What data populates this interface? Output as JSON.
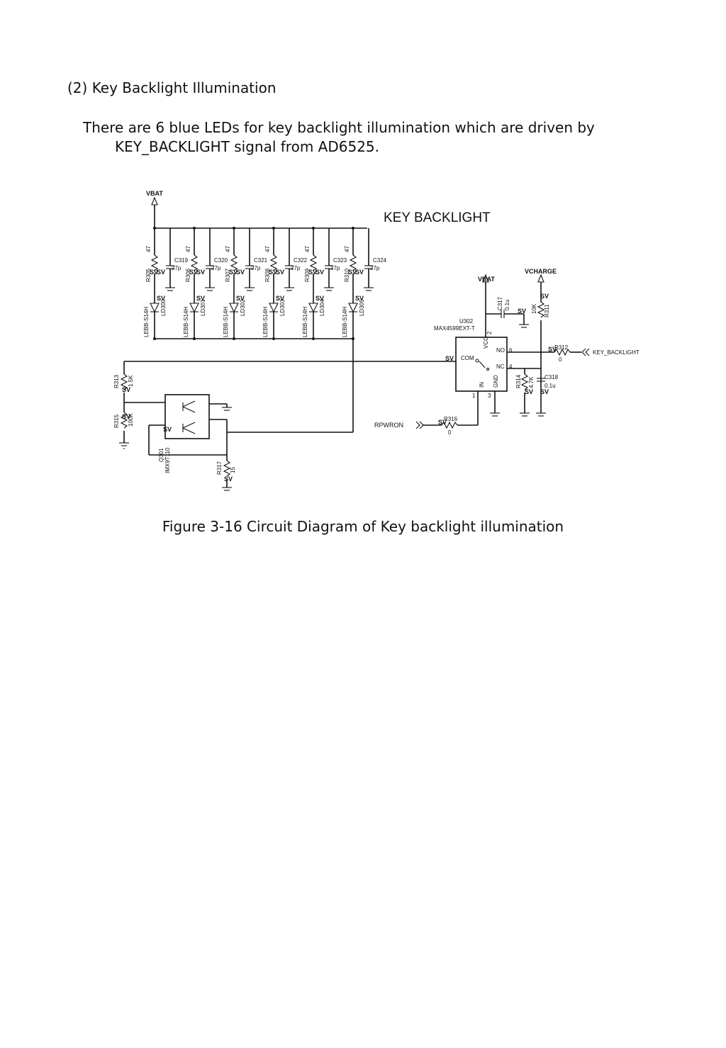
{
  "section_heading": "(2) Key Backlight Illumination",
  "paragraph": {
    "line1": "There are 6 blue LEDs for key backlight illumination which are driven by",
    "line2": "KEY_BACKLIGHT signal from AD6525."
  },
  "schematic": {
    "title": "KEY BACKLIGHT",
    "rail_vbat": "VBAT",
    "rail_vcharge": "VCHARGE",
    "sv": "SV",
    "led_part": "LEBB-S14H",
    "branches": [
      {
        "res": "R305",
        "res_val": "47",
        "cap": "C319",
        "cap_val": "27p",
        "led": "LD300"
      },
      {
        "res": "R306",
        "res_val": "47",
        "cap": "C320",
        "cap_val": "27p",
        "led": "LD301"
      },
      {
        "res": "R307",
        "res_val": "47",
        "cap": "C321",
        "cap_val": "27p",
        "led": "LD302"
      },
      {
        "res": "R308",
        "res_val": "47",
        "cap": "C322",
        "cap_val": "27p",
        "led": "LD303"
      },
      {
        "res": "R309",
        "res_val": "47",
        "cap": "C323",
        "cap_val": "27p",
        "led": "LD304"
      },
      {
        "res": "R310",
        "res_val": "47",
        "cap": "C324",
        "cap_val": "27p",
        "led": "LD305"
      }
    ],
    "ic": {
      "ref": "U302",
      "part": "MAX4599EXT-T",
      "pins": {
        "vcc": "VCC",
        "no": "NO",
        "nc": "NC",
        "com": "COM",
        "in": "IN",
        "gnd": "GND"
      },
      "pin_numbers": {
        "vcc": "2",
        "no": "6",
        "nc": "4",
        "in": "1",
        "gnd": "3"
      }
    },
    "c317": {
      "ref": "C317",
      "val": "0.1u"
    },
    "c318": {
      "ref": "C318",
      "val": "0.1u"
    },
    "r311": {
      "ref": "R311",
      "val": "10K"
    },
    "r312": {
      "ref": "R312",
      "val": "0"
    },
    "r313": {
      "ref": "R313",
      "val": "1.5K"
    },
    "r314": {
      "ref": "R314",
      "val": "4.7K"
    },
    "r315": {
      "ref": "R315",
      "val": "100K"
    },
    "r316": {
      "ref": "R316",
      "val": "0"
    },
    "r317": {
      "ref": "R317",
      "val": "15"
    },
    "q301": {
      "ref": "Q301",
      "part": "IMX9T110"
    },
    "net_key_backlight": "KEY_BACKLIGHT",
    "net_rpwron": "RPWRON"
  },
  "caption": "Figure 3-16 Circuit Diagram of Key backlight illumination"
}
